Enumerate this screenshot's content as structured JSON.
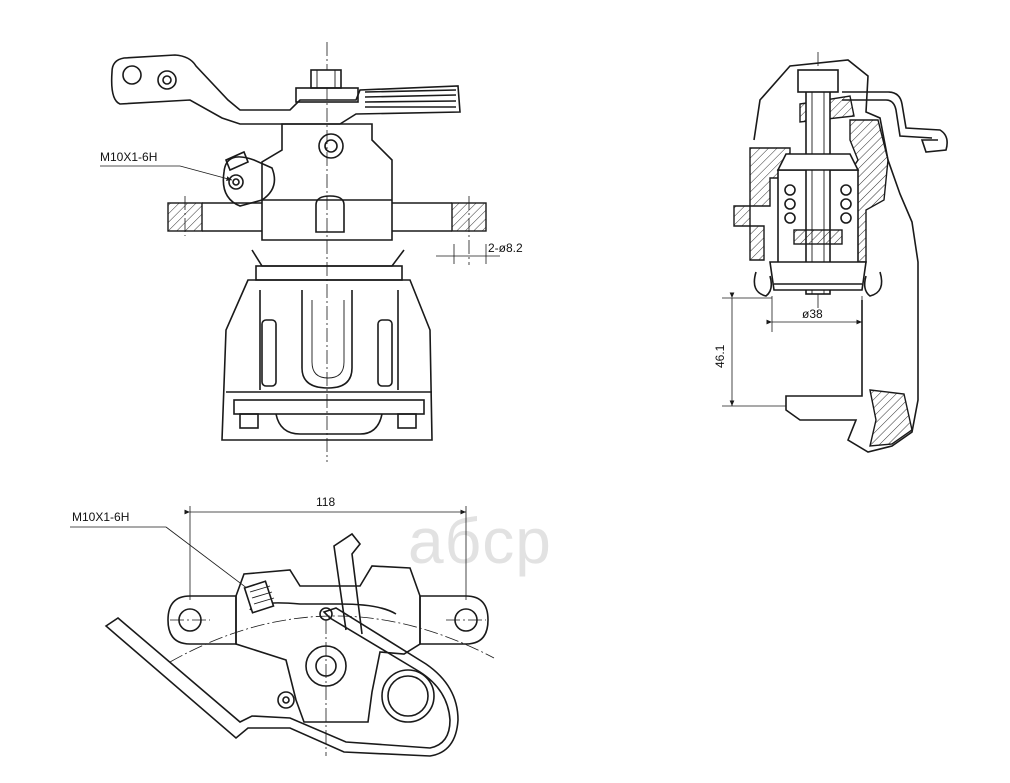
{
  "labels": {
    "thread_front": "M10X1-6H",
    "thread_top": "M10X1-6H",
    "holes": "2-ø8.2",
    "bore_diameter": "ø38",
    "offset": "46.1",
    "width": "118"
  },
  "watermark": {
    "text": "aбcp",
    "color": "#e2e2e2"
  },
  "colors": {
    "line": "#1a1a1a",
    "background": "#ffffff"
  }
}
